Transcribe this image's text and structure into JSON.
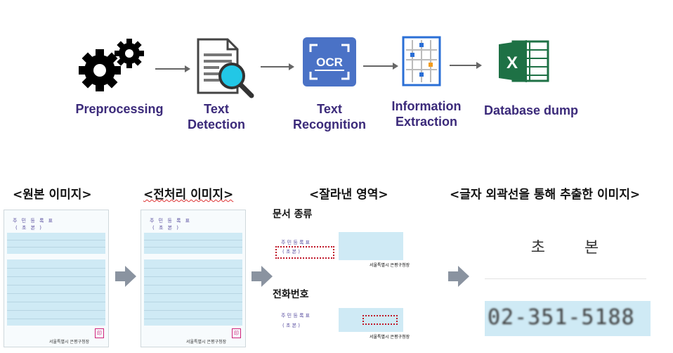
{
  "pipeline": {
    "stages": [
      {
        "label": "Preprocessing",
        "icon": "gears-icon"
      },
      {
        "label": "Text\nDetection",
        "icon": "document-magnifier-icon"
      },
      {
        "label": "Text\nRecognition",
        "icon": "ocr-icon"
      },
      {
        "label": "Information\nExtraction",
        "icon": "grid-extraction-icon"
      },
      {
        "label": "Database dump",
        "icon": "excel-icon"
      }
    ]
  },
  "sections": {
    "original": "<원본 이미지>",
    "preprocessed": "<전처리 이미지>",
    "cropped": "<잘라낸 영역>",
    "outline": "<글자 외곽선을 통해 추출한 이미지>"
  },
  "crops": {
    "doc_type_label": "문서 종류",
    "phone_label": "전화번호",
    "doc_title": "주 민 등 록 표",
    "doc_subtitle": "( 초   본 )",
    "doc_footer": "서울특별시 은평구청장"
  },
  "extracted": {
    "doc_type_text": "초      본",
    "phone_text": "02-351-5188"
  },
  "colors": {
    "label": "#3b2a7a",
    "ocr_blue": "#4a72c6",
    "excel_green": "#1e7145",
    "highlight": "#c0182a"
  }
}
